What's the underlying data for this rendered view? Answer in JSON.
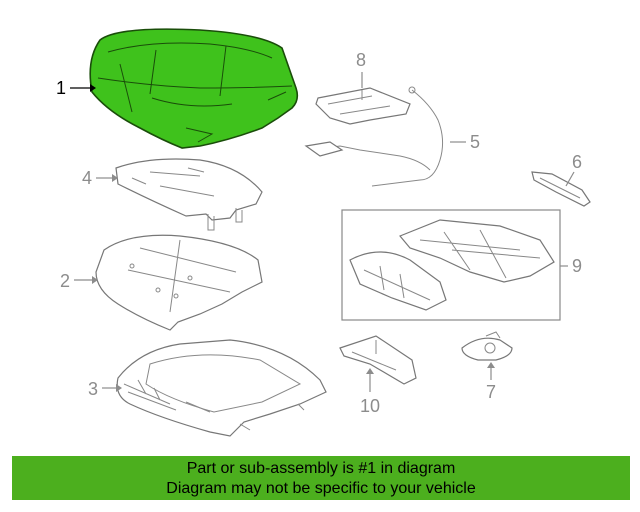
{
  "highlight_color": "#3fc21c",
  "banner_color": "#4caf1e",
  "callouts": {
    "c1": "1",
    "c2": "2",
    "c3": "3",
    "c4": "4",
    "c5": "5",
    "c6": "6",
    "c7": "7",
    "c8": "8",
    "c9": "9",
    "c10": "10"
  },
  "banner": {
    "line1": "Part or sub-assembly is #1 in diagram",
    "line2": "Diagram may not be specific to your vehicle"
  }
}
